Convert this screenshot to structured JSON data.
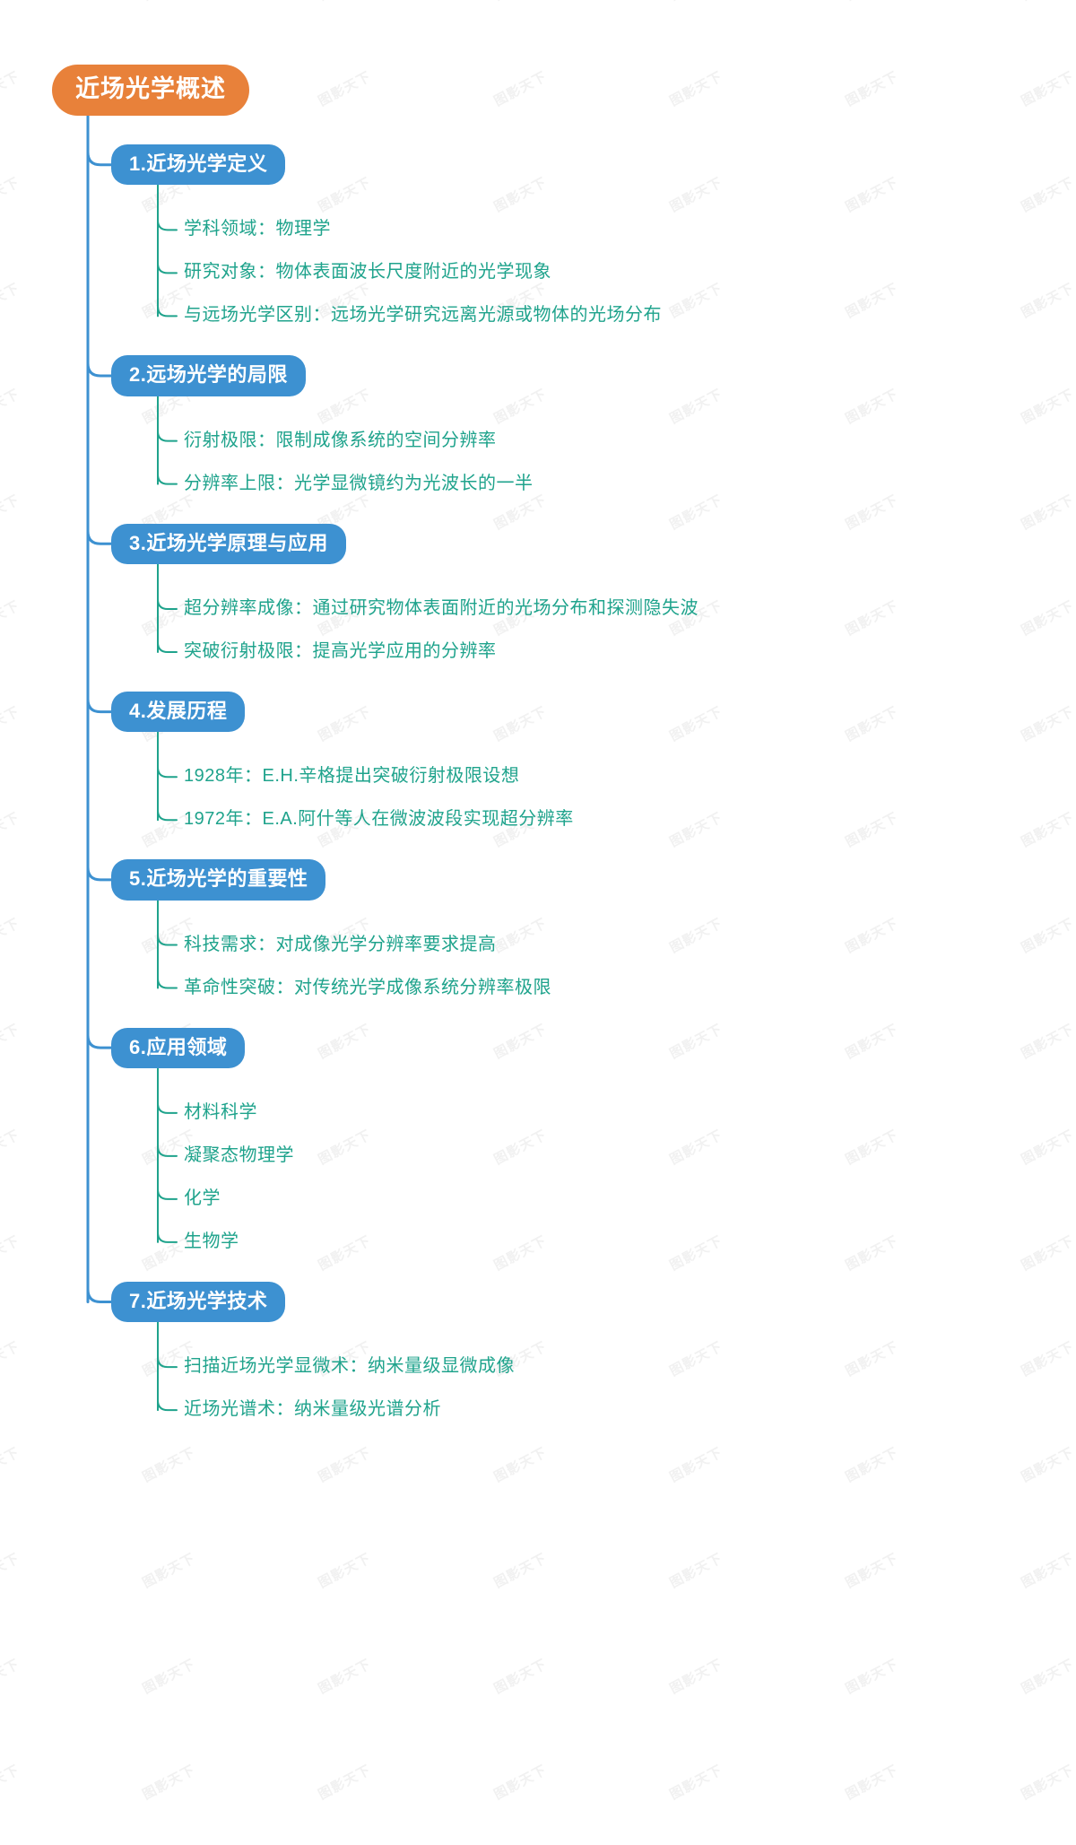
{
  "colors": {
    "root_fill": "#e8813a",
    "branch_fill": "#3d91d1",
    "leaf_text": "#1fa38c",
    "branch_line": "#3d91d1",
    "leaf_line": "#1fa38c",
    "background": "#ffffff",
    "watermark": "rgba(150,150,150,0.13)"
  },
  "watermark": {
    "text": "图影天下"
  },
  "mindmap": {
    "root": {
      "label": "近场光学概述"
    },
    "branches": [
      {
        "label": "1.近场光学定义",
        "leaves": [
          {
            "label": "学科领域：物理学"
          },
          {
            "label": "研究对象：物体表面波长尺度附近的光学现象"
          },
          {
            "label": "与远场光学区别：远场光学研究远离光源或物体的光场分布"
          }
        ]
      },
      {
        "label": "2.远场光学的局限",
        "leaves": [
          {
            "label": "衍射极限：限制成像系统的空间分辨率"
          },
          {
            "label": "分辨率上限：光学显微镜约为光波长的一半"
          }
        ]
      },
      {
        "label": "3.近场光学原理与应用",
        "leaves": [
          {
            "label": "超分辨率成像：通过研究物体表面附近的光场分布和探测隐失波"
          },
          {
            "label": "突破衍射极限：提高光学应用的分辨率"
          }
        ]
      },
      {
        "label": "4.发展历程",
        "leaves": [
          {
            "label": "1928年：E.H.辛格提出突破衍射极限设想"
          },
          {
            "label": "1972年：E.A.阿什等人在微波波段实现超分辨率"
          }
        ]
      },
      {
        "label": "5.近场光学的重要性",
        "leaves": [
          {
            "label": "科技需求：对成像光学分辨率要求提高"
          },
          {
            "label": "革命性突破：对传统光学成像系统分辨率极限"
          }
        ]
      },
      {
        "label": "6.应用领域",
        "leaves": [
          {
            "label": "材料科学"
          },
          {
            "label": "凝聚态物理学"
          },
          {
            "label": "化学"
          },
          {
            "label": "生物学"
          }
        ]
      },
      {
        "label": "7.近场光学技术",
        "leaves": [
          {
            "label": "扫描近场光学显微术：纳米量级显微成像"
          },
          {
            "label": "近场光谱术：纳米量级光谱分析"
          }
        ]
      }
    ]
  }
}
